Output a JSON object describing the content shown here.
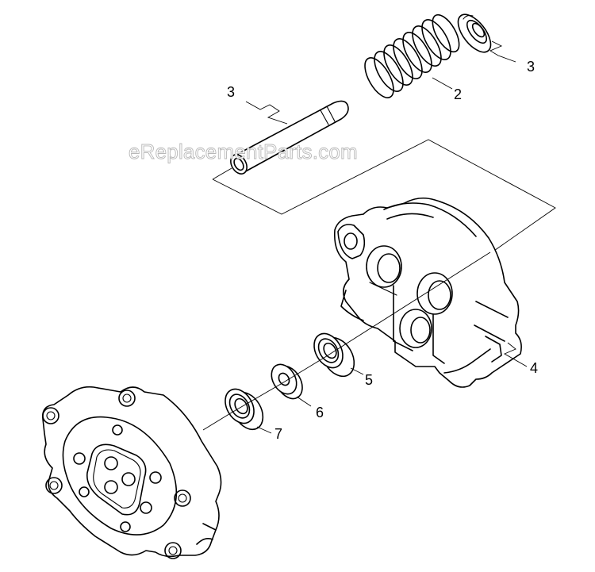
{
  "watermark": "eReplacementParts.com",
  "callouts": [
    "3",
    "2",
    "3",
    "4",
    "5",
    "6",
    "7"
  ]
}
